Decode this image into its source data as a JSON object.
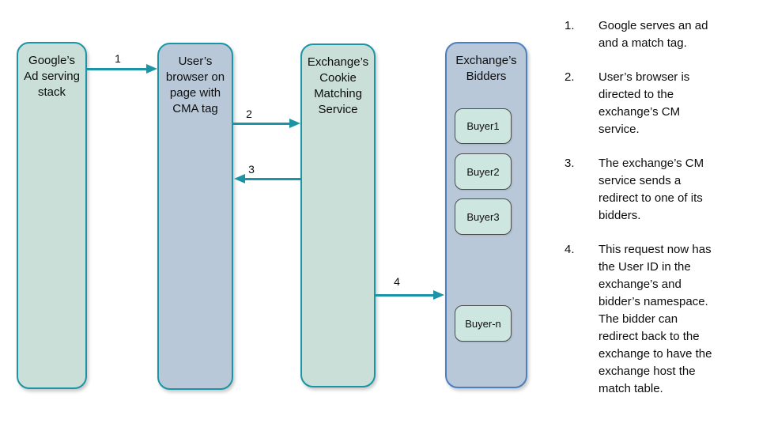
{
  "colors": {
    "teal": "#1b94a5",
    "blueBorder": "#4a7fc1",
    "greenFill": "#c9dfd7",
    "blueFill": "#b9c8d8",
    "buyerFill": "#cee6e0",
    "buyerBorder": "#4d4d4d"
  },
  "diagram": {
    "boxes": [
      {
        "id": "google-stack",
        "label": "Google’s\nAd serving\nstack"
      },
      {
        "id": "user-browser",
        "label": "User’s\nbrowser on\npage with\nCMA tag"
      },
      {
        "id": "cookie-matching-service",
        "label": "Exchange’s\nCookie\nMatching\nService"
      },
      {
        "id": "bidders",
        "label": "Exchange’s\nBidders",
        "buyers": [
          "Buyer1",
          "Buyer2",
          "Buyer3",
          "Buyer-n"
        ]
      }
    ],
    "arrows": [
      {
        "label": "1",
        "from": "google-stack",
        "to": "user-browser"
      },
      {
        "label": "2",
        "from": "user-browser",
        "to": "cookie-matching-service"
      },
      {
        "label": "3",
        "from": "cookie-matching-service",
        "to": "user-browser"
      },
      {
        "label": "4",
        "from": "cookie-matching-service",
        "to": "bidders"
      }
    ]
  },
  "steps": {
    "items": [
      {
        "number": "1.",
        "text": "Google serves an ad\nand a match tag."
      },
      {
        "number": "2.",
        "text": "User’s browser is\ndirected to the\nexchange’s CM\nservice."
      },
      {
        "number": "3.",
        "text": "The exchange’s CM\nservice sends a\nredirect to one of its\nbidders."
      },
      {
        "number": "4.",
        "text": "This request now has\nthe User ID in the\nexchange’s and\nbidder’s namespace.\nThe bidder can\nredirect back to the\nexchange to have the\nexchange host the\nmatch table."
      }
    ]
  }
}
